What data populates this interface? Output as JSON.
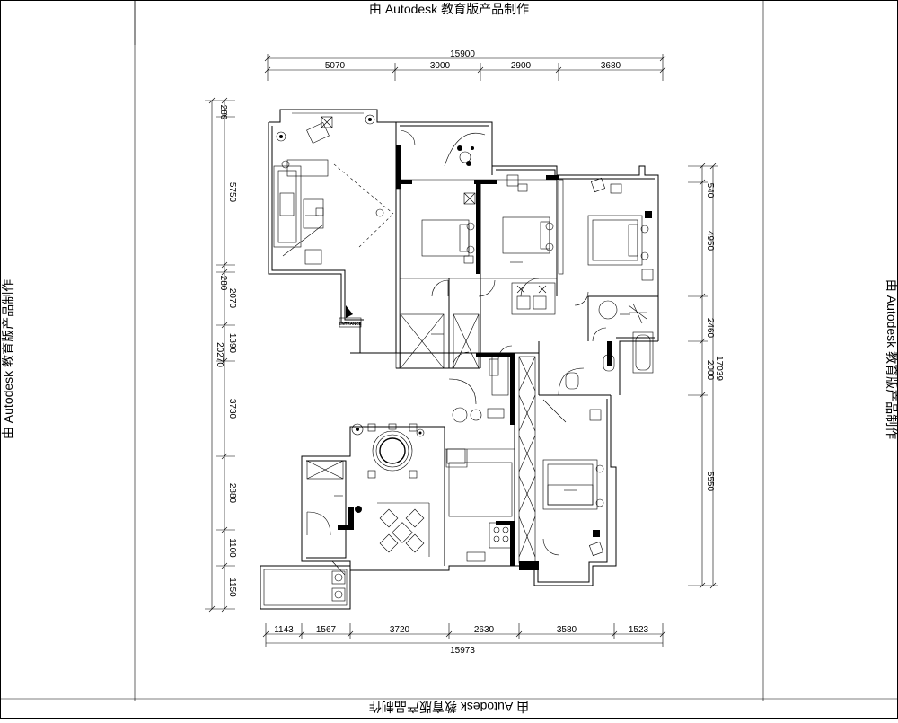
{
  "watermark": {
    "top": "由 Autodesk 教育版产品制作",
    "bottom": "由 Autodesk 教育版产品制作",
    "left": "由 Autodesk 教育版产品制作",
    "right": "由 Autodesk 教育版产品制作"
  },
  "dimensions": {
    "top_total": "15900",
    "top_segments": [
      "5070",
      "3000",
      "2900",
      "3680"
    ],
    "bottom_total": "15973",
    "bottom_segments": [
      "1143",
      "1567",
      "3720",
      "2630",
      "3580",
      "1523"
    ],
    "left_total": "20270",
    "left_segments": [
      "280",
      "5750",
      "280",
      "2070",
      "1390",
      "3730",
      "2880",
      "1100",
      "1150"
    ],
    "right_total": "17039",
    "right_segments": [
      "540",
      "4950",
      "2460",
      "2000",
      "5550"
    ]
  },
  "plan": {
    "entrance_label": "ENTRANCE"
  },
  "colors": {
    "line": "#000000",
    "background": "#ffffff"
  }
}
